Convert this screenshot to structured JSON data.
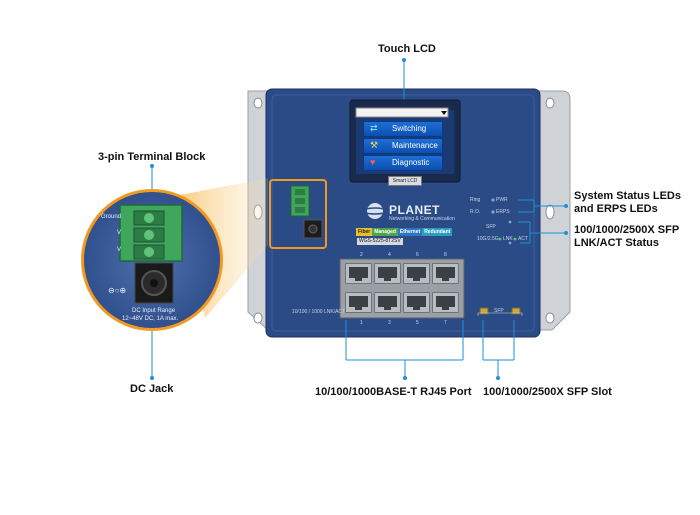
{
  "callouts": {
    "touch_lcd": "Touch LCD",
    "terminal_block": "3-pin Terminal Block",
    "dc_jack": "DC Jack",
    "system_status": "System Status LEDs and ERPS LEDs",
    "sfp_status": "100/1000/2500X SFP LNK/ACT Status",
    "rj45": "10/100/1000BASE-T RJ45 Port",
    "sfp_slot": "100/1000/2500X SFP Slot"
  },
  "lcd": {
    "buttons": [
      {
        "label": "Switching",
        "icon": "switching-icon"
      },
      {
        "label": "Maintenance",
        "icon": "maintenance-icon"
      },
      {
        "label": "Diagnostic",
        "icon": "diagnostic-icon"
      }
    ],
    "footer": "Smart LCD"
  },
  "device": {
    "brand": "PLANET",
    "tagline": "Networking & Communication",
    "features": [
      "Fiber",
      "Managed",
      "Ethernet",
      "Redundant"
    ],
    "model": "WGS-5225-8T2SV",
    "leds": {
      "ring": "Ring",
      "ro": "R.O.",
      "pwr": "PWR",
      "erps": "ERPS",
      "sfp": "SFP",
      "speed": "10G/2.5G",
      "lnk": "LNK",
      "act": "ACT"
    },
    "port_numbers_top": [
      "2",
      "4",
      "6",
      "8"
    ],
    "port_numbers_bottom": [
      "1",
      "3",
      "5",
      "7"
    ],
    "port_legend": "10/100 / 1000 LNK/ACT",
    "sfp_label": "SFP"
  },
  "zoom": {
    "ground": "Ground",
    "v1": "V",
    "v2": "V",
    "dc_range_line1": "DC Input Range",
    "dc_range_line2": "12~48V DC, 1A max."
  },
  "colors": {
    "panel": "#2a4b86",
    "accent_orange": "#f29a1f",
    "terminal_green": "#3fa65c"
  }
}
